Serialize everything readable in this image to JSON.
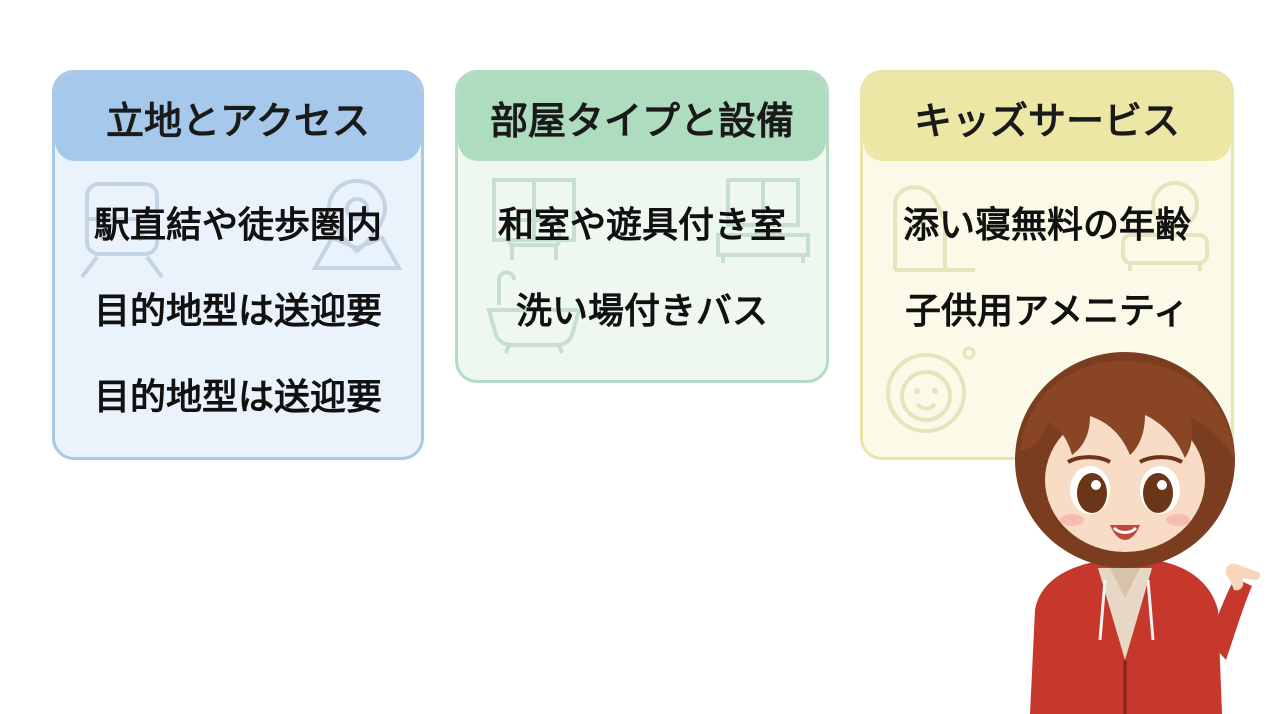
{
  "cards": [
    {
      "title": "立地とアクセス",
      "items": [
        "駅直結や徒歩圏内",
        "目的地型は送迎要",
        "目的地型は送迎要"
      ],
      "icons": [
        "train-icon",
        "map-pin-icon"
      ],
      "accent": "#a6c8ea"
    },
    {
      "title": "部屋タイプと設備",
      "items": [
        "和室や遊具付き室",
        "洗い場付きバス"
      ],
      "icons": [
        "sofa-icon",
        "bed-icon",
        "bathtub-icon"
      ],
      "accent": "#aedcbf"
    },
    {
      "title": "キッズサービス",
      "items": [
        "添い寝無料の年齢",
        "子供用アメニティ"
      ],
      "icons": [
        "bed-icon",
        "sofa-icon",
        "baby-face-icon"
      ],
      "accent": "#ece7a5"
    }
  ],
  "character": {
    "icon": "presenter-character"
  }
}
